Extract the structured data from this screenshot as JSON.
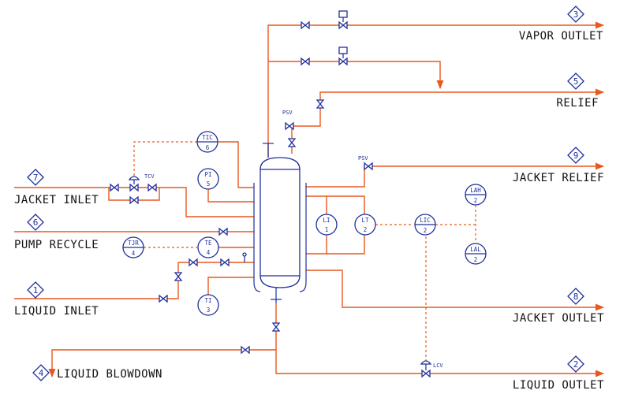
{
  "streams": {
    "vapor_outlet": {
      "num": "3",
      "label": "VAPOR OUTLET"
    },
    "relief": {
      "num": "5",
      "label": "RELIEF"
    },
    "jacket_relief": {
      "num": "9",
      "label": "JACKET RELIEF"
    },
    "jacket_inlet": {
      "num": "7",
      "label": "JACKET INLET"
    },
    "pump_recycle": {
      "num": "6",
      "label": "PUMP RECYCLE"
    },
    "liquid_inlet": {
      "num": "1",
      "label": "LIQUID INLET"
    },
    "jacket_outlet": {
      "num": "8",
      "label": "JACKET OUTLET"
    },
    "liquid_blowdown": {
      "num": "4",
      "label": "LIQUID BLOWDOWN"
    },
    "liquid_outlet": {
      "num": "2",
      "label": "LIQUID OUTLET"
    }
  },
  "instruments": {
    "tic": {
      "tag": "TIC",
      "num": "6"
    },
    "pi": {
      "tag": "PI",
      "num": "5"
    },
    "tjr": {
      "tag": "TJR",
      "num": "4"
    },
    "te": {
      "tag": "TE",
      "num": "4"
    },
    "ti": {
      "tag": "TI",
      "num": "3"
    },
    "li": {
      "tag": "LI",
      "num": "1"
    },
    "lt": {
      "tag": "LT",
      "num": "2"
    },
    "lic": {
      "tag": "LIC",
      "num": "2"
    },
    "lah": {
      "tag": "LAH",
      "num": "2"
    },
    "lal": {
      "tag": "LAL",
      "num": "2"
    }
  },
  "valve_labels": {
    "tcv": "TCV",
    "psv_top": "PSV",
    "psv_jacket": "PSV",
    "lcv": "LCV"
  },
  "colors": {
    "pipe": "#e8591f",
    "equipment": "#1f2f9c"
  }
}
